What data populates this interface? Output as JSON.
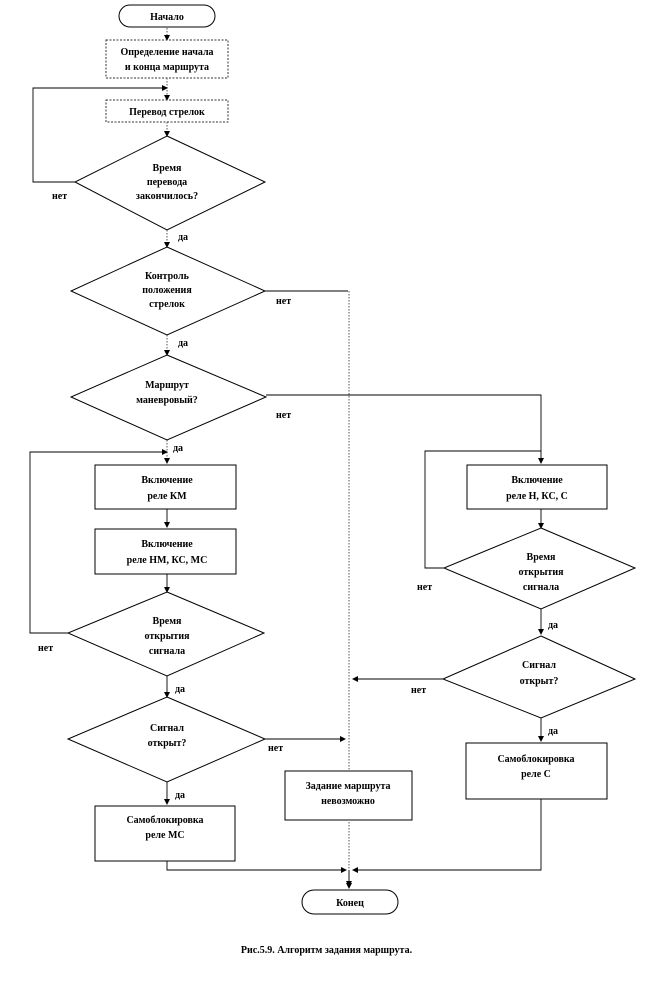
{
  "flowchart": {
    "start": "Начало",
    "define_route": [
      "Определение  начала",
      "и конца маршрута"
    ],
    "switch_points": "Перевод стрелок",
    "transfer_time_q": [
      "Время",
      "перевода",
      "закончилось?"
    ],
    "position_control_q": [
      "Контроль",
      "положения",
      "стрелок"
    ],
    "shunting_route_q": [
      "Маршрут",
      "маневровый?"
    ],
    "relay_km": [
      "Включение",
      "реле КМ"
    ],
    "relay_nm_ks_ms": [
      "Включение",
      "реле НМ, КС, МС"
    ],
    "open_time_left_q": [
      "Время",
      "открытия",
      "сигнала"
    ],
    "signal_open_left_q": [
      "Сигнал",
      "открыт?"
    ],
    "self_lock_ms": [
      "Самоблокировка",
      "реле МС"
    ],
    "route_impossible": [
      "Задание маршрута",
      "невозможно"
    ],
    "relay_n_ks_s": [
      "Включение",
      "реле Н, КС, С"
    ],
    "open_time_right_q": [
      "Время",
      "открытия",
      "сигнала"
    ],
    "signal_open_right_q": [
      "Сигнал",
      "открыт?"
    ],
    "self_lock_s": [
      "Самоблокировка",
      "реле С"
    ],
    "end": "Конец",
    "yes": "да",
    "no": "нет"
  },
  "caption": "Рис.5.9.  Алгоритм задания маршрута."
}
